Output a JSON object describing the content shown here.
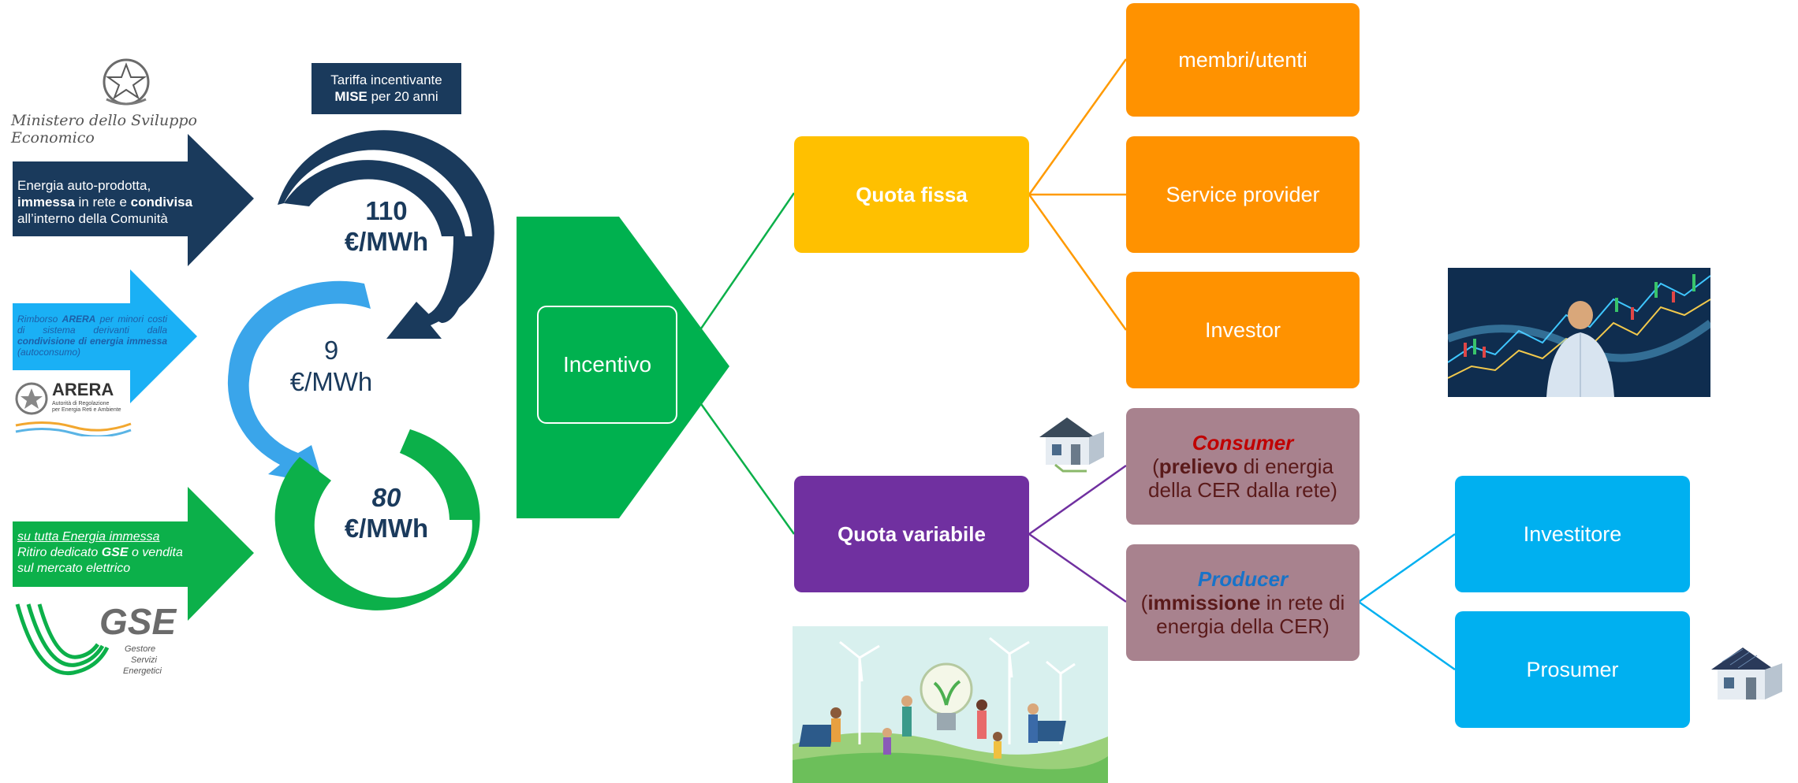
{
  "mise": {
    "logo_caption": "Ministero dello Sviluppo Economico",
    "arrow_text": {
      "line1": "Energia auto-prodotta,",
      "l2_b1": "immessa",
      "l2_t": " in rete e ",
      "l2_b2": "condivisa",
      "line3": "all’interno della Comunità"
    },
    "tariff_line1": "Tariffa incentivante",
    "tariff_bold": "MISE",
    "tariff_rest": " per 20 anni",
    "value": "110",
    "unit": "€/MWh"
  },
  "arera": {
    "arrow_text": {
      "p1": "Rimborso ",
      "b1": "ARERA",
      "p2": " per minori costi di sistema derivanti dalla ",
      "b2": "condivisione di energia immessa",
      "p3": " (autoconsumo)"
    },
    "logo_name": "ARERA",
    "logo_sub1": "Autorità di Regolazione",
    "logo_sub2": "per Energia Reti e Ambiente",
    "value": "9",
    "unit": "€/MWh"
  },
  "gse": {
    "arrow_text": {
      "line1": "su tutta Energia immessa",
      "l2_p": "Ritiro dedicato ",
      "l2_b": "GSE",
      "l2_r": " o vendita",
      "line3": "sul mercato elettrico"
    },
    "logo_name": "GSE",
    "logo_sub1": "Gestore",
    "logo_sub2": "Servizi",
    "logo_sub3": "Energetici",
    "value": "80",
    "unit": "€/MWh"
  },
  "incentivo": {
    "label": "Incentivo"
  },
  "quota_fissa": {
    "label": "Quota fissa",
    "children": [
      "membri/utenti",
      "Service provider",
      "Investor"
    ]
  },
  "quota_variabile": {
    "label": "Quota variabile",
    "consumer": {
      "title": "Consumer",
      "b": "prelievo",
      "t1": " di energia",
      "t2": "della CER dalla rete)"
    },
    "producer": {
      "title": "Producer",
      "b": "immissione",
      "t1": " in rete di",
      "t2": "energia della CER)"
    },
    "producer_children": [
      "Investitore",
      "Prosumer"
    ]
  },
  "colors": {
    "navy": "#1a3a5c",
    "light_blue": "#38a8ec",
    "green": "#0cb04a",
    "yellow": "#ffc000",
    "orange": "#ff9200",
    "purple": "#7030a0",
    "mauve": "#a8828e",
    "cyan": "#00b0f0"
  }
}
